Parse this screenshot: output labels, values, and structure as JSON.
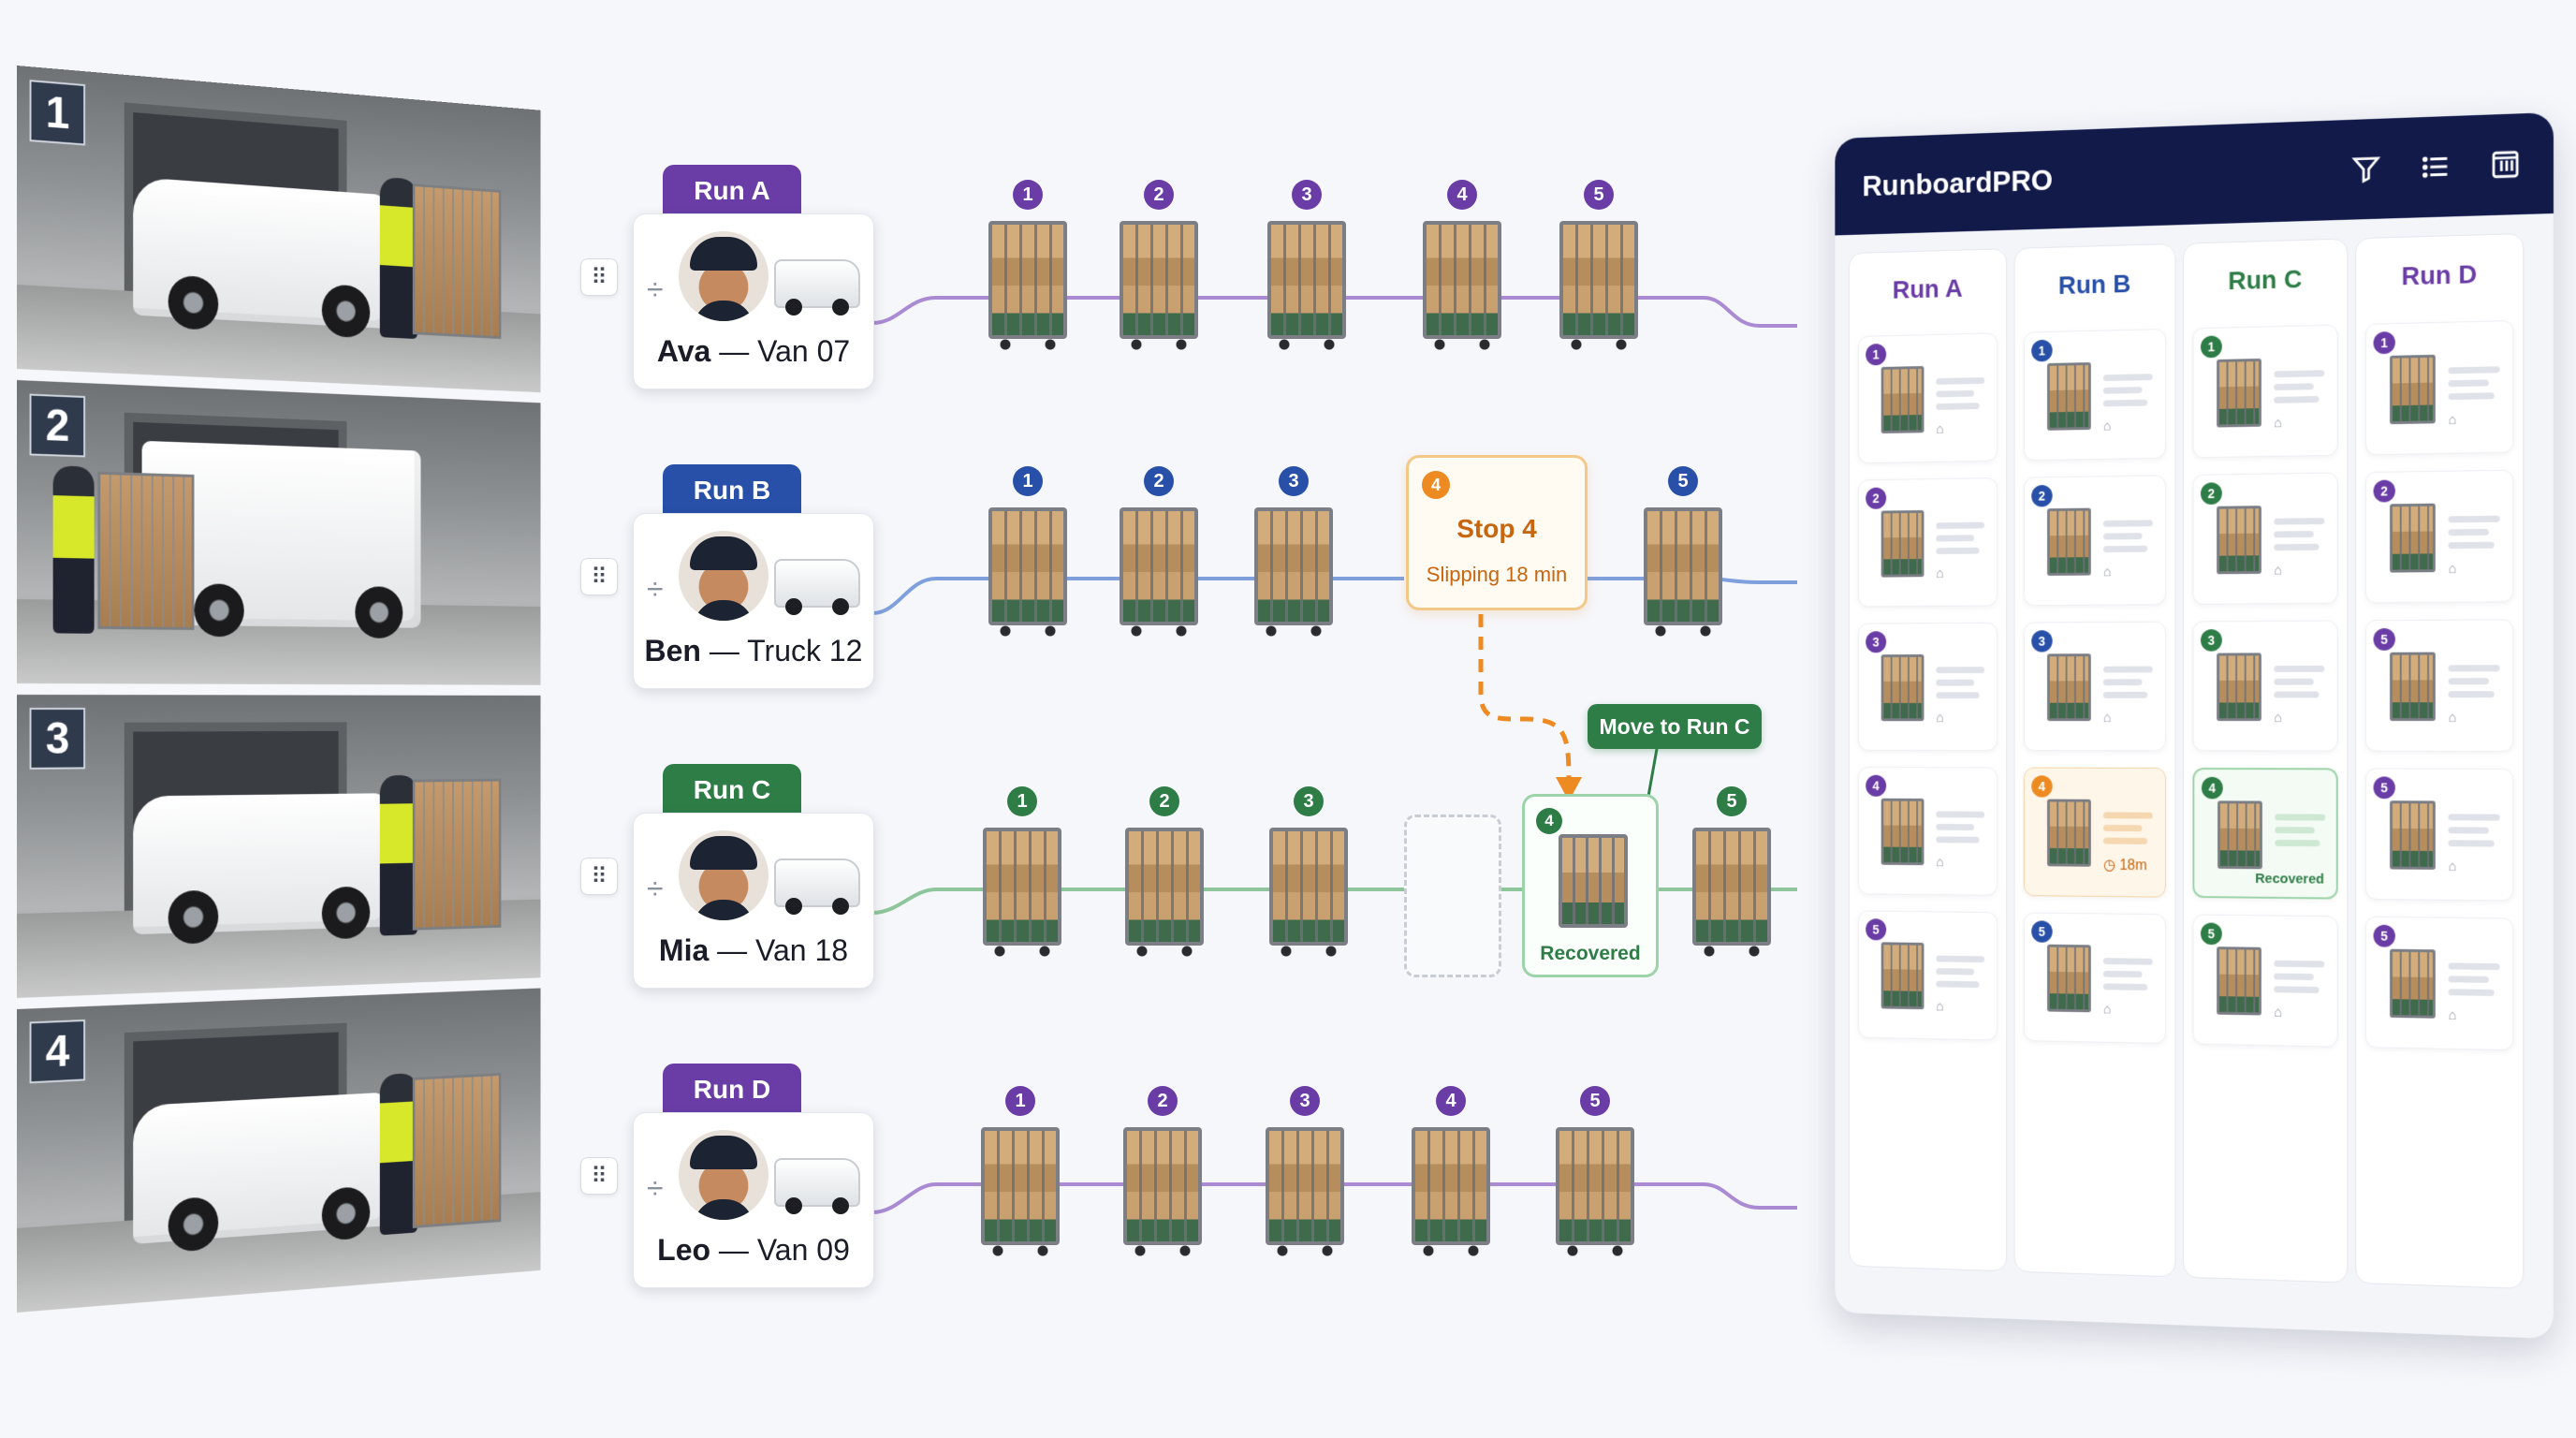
{
  "colors": {
    "run_a": "#6a3da6",
    "run_b": "#2850a8",
    "run_c": "#2e7d47",
    "run_d": "#6a3da6",
    "slip": "#ee8a22",
    "panel_header": "#121a4a"
  },
  "photos": [
    {
      "number": "1"
    },
    {
      "number": "2"
    },
    {
      "number": "3"
    },
    {
      "number": "4"
    }
  ],
  "runs": [
    {
      "tab": "Run A",
      "driver_name": "Ava",
      "vehicle": "— Van 07",
      "stops": [
        "1",
        "2",
        "3",
        "4",
        "5"
      ]
    },
    {
      "tab": "Run B",
      "driver_name": "Ben",
      "vehicle": "— Truck 12",
      "stops": [
        "1",
        "2",
        "3",
        "5"
      ]
    },
    {
      "tab": "Run C",
      "driver_name": "Mia",
      "vehicle": "— Van 18",
      "stops": [
        "1",
        "2",
        "3",
        "5"
      ]
    },
    {
      "tab": "Run D",
      "driver_name": "Leo",
      "vehicle": "— Van 09",
      "stops": [
        "1",
        "2",
        "3",
        "4",
        "5"
      ]
    }
  ],
  "exception": {
    "stop_number": "4",
    "title": "Stop 4",
    "subtitle": "Slipping 18 min",
    "action": "Move to Run C",
    "recovered_number": "4",
    "recovered_label": "Recovered"
  },
  "panel": {
    "title": "RunboardPRO",
    "icons": [
      "filter-icon",
      "list-icon",
      "columns-icon"
    ],
    "columns": [
      {
        "name": "Run A",
        "cards": [
          {
            "n": "1",
            "meta": "⌂"
          },
          {
            "n": "2",
            "meta": "⌂"
          },
          {
            "n": "3",
            "meta": "⌂"
          },
          {
            "n": "4",
            "meta": "⌂"
          },
          {
            "n": "5",
            "meta": "⌂"
          }
        ]
      },
      {
        "name": "Run B",
        "cards": [
          {
            "n": "1",
            "meta": "⌂"
          },
          {
            "n": "2",
            "meta": "⌂"
          },
          {
            "n": "3",
            "meta": "⌂"
          },
          {
            "n": "4",
            "meta": "◷ 18m",
            "state": "slip"
          },
          {
            "n": "5",
            "meta": "⌂"
          }
        ]
      },
      {
        "name": "Run C",
        "cards": [
          {
            "n": "1",
            "meta": "⌂"
          },
          {
            "n": "2",
            "meta": "⌂"
          },
          {
            "n": "3",
            "meta": "⌂"
          },
          {
            "n": "4",
            "meta": "Recovered",
            "state": "rec"
          },
          {
            "n": "5",
            "meta": "⌂"
          }
        ]
      },
      {
        "name": "Run D",
        "cards": [
          {
            "n": "1",
            "meta": "⌂"
          },
          {
            "n": "2",
            "meta": "⌂"
          },
          {
            "n": "5",
            "meta": "⌂"
          },
          {
            "n": "5",
            "meta": "⌂"
          },
          {
            "n": "5",
            "meta": "⌂"
          }
        ]
      }
    ]
  }
}
